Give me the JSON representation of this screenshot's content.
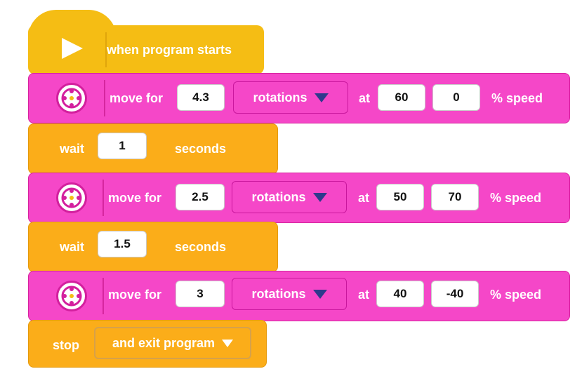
{
  "colors": {
    "hat": "#f5bd14",
    "motor": "#f547c8",
    "control": "#fbad19",
    "dropdown_arrow": "#2e3a8c"
  },
  "start": {
    "label": "when program starts",
    "icon": "play-icon"
  },
  "blocks": [
    {
      "label": "move for",
      "amount": "4.3",
      "unit": "rotations",
      "at": "at",
      "speed_a": "60",
      "speed_b": "0",
      "speed_label": "% speed",
      "icon": "motor-pair-icon"
    },
    {
      "label": "wait",
      "value": "1",
      "unit": "seconds"
    },
    {
      "label": "move for",
      "amount": "2.5",
      "unit": "rotations",
      "at": "at",
      "speed_a": "50",
      "speed_b": "70",
      "speed_label": "% speed",
      "icon": "motor-pair-icon"
    },
    {
      "label": "wait",
      "value": "1.5",
      "unit": "seconds"
    },
    {
      "label": "move for",
      "amount": "3",
      "unit": "rotations",
      "at": "at",
      "speed_a": "40",
      "speed_b": "-40",
      "speed_label": "% speed",
      "icon": "motor-pair-icon"
    }
  ],
  "stop": {
    "label": "stop",
    "option": "and exit program"
  }
}
